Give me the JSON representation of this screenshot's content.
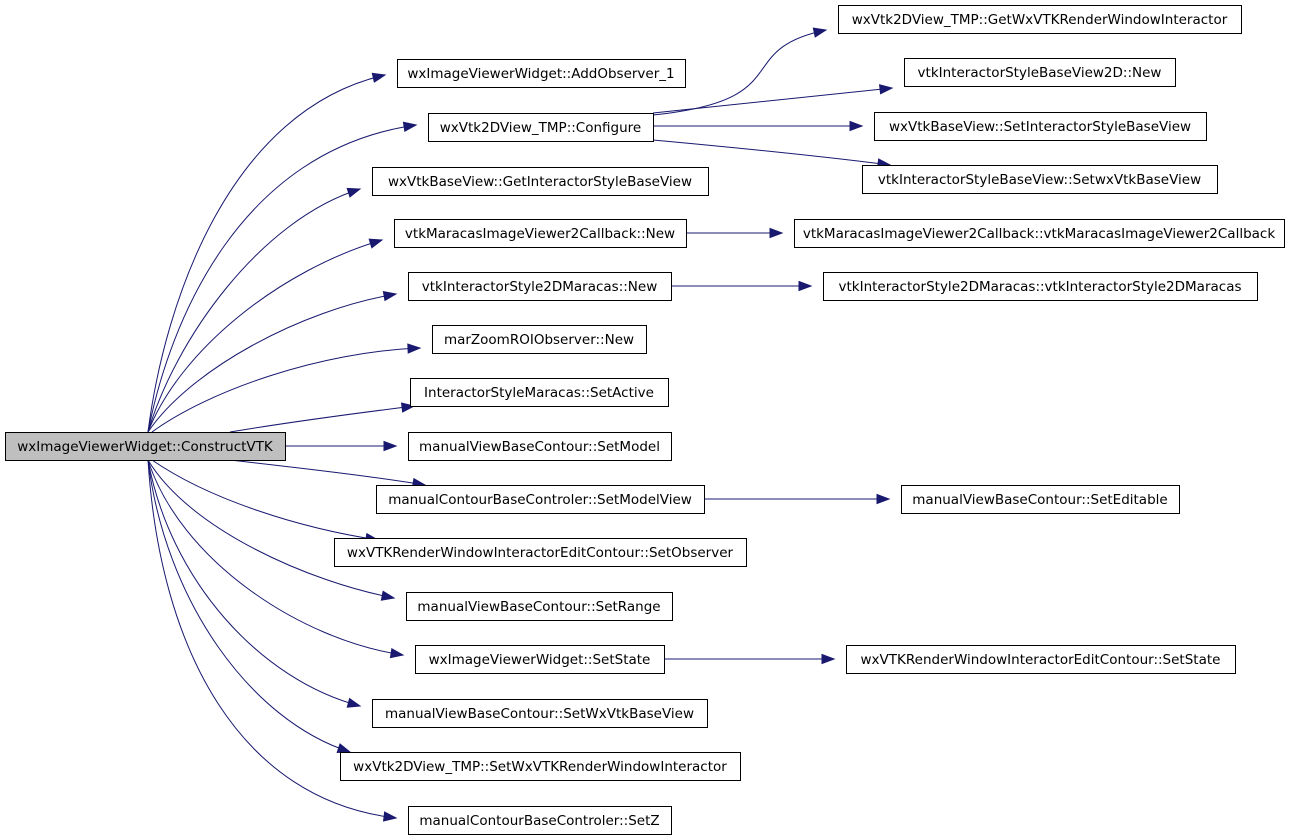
{
  "diagram": {
    "nodes": [
      {
        "id": "root",
        "label": "wxImageViewerWidget::ConstructVTK",
        "root": true
      },
      {
        "id": "addobs",
        "label": "wxImageViewerWidget::AddObserver_1"
      },
      {
        "id": "configure",
        "label": "wxVtk2DView_TMP::Configure"
      },
      {
        "id": "getistyle",
        "label": "wxVtkBaseView::GetInteractorStyleBaseView"
      },
      {
        "id": "mivcbnew",
        "label": "vtkMaracasImageViewer2Callback::New"
      },
      {
        "id": "is2dnew",
        "label": "vtkInteractorStyle2DMaracas::New"
      },
      {
        "id": "zoomnew",
        "label": "marZoomROIObserver::New"
      },
      {
        "id": "setactive",
        "label": "InteractorStyleMaracas::SetActive"
      },
      {
        "id": "setmodel",
        "label": "manualViewBaseContour::SetModel"
      },
      {
        "id": "setmodelview",
        "label": "manualContourBaseControler::SetModelView"
      },
      {
        "id": "setobserver",
        "label": "wxVTKRenderWindowInteractorEditContour::SetObserver"
      },
      {
        "id": "setrange",
        "label": "manualViewBaseContour::SetRange"
      },
      {
        "id": "setstate",
        "label": "wxImageViewerWidget::SetState"
      },
      {
        "id": "setwxvtk",
        "label": "manualViewBaseContour::SetWxVtkBaseView"
      },
      {
        "id": "setrwi",
        "label": "wxVtk2DView_TMP::SetWxVTKRenderWindowInteractor"
      },
      {
        "id": "setz",
        "label": "manualContourBaseControler::SetZ"
      },
      {
        "id": "getrwi",
        "label": "wxVtk2DView_TMP::GetWxVTKRenderWindowInteractor"
      },
      {
        "id": "bv2dnew",
        "label": "vtkInteractorStyleBaseView2D::New"
      },
      {
        "id": "setistyle",
        "label": "wxVtkBaseView::SetInteractorStyleBaseView"
      },
      {
        "id": "setwxbase",
        "label": "vtkInteractorStyleBaseView::SetwxVtkBaseView"
      },
      {
        "id": "mivcbctor",
        "label": "vtkMaracasImageViewer2Callback::vtkMaracasImageViewer2Callback"
      },
      {
        "id": "is2dctor",
        "label": "vtkInteractorStyle2DMaracas::vtkInteractorStyle2DMaracas"
      },
      {
        "id": "seteditable",
        "label": "manualViewBaseContour::SetEditable"
      },
      {
        "id": "setstate2",
        "label": "wxVTKRenderWindowInteractorEditContour::SetState"
      }
    ],
    "edges": [
      {
        "from": "root",
        "to": "addobs"
      },
      {
        "from": "root",
        "to": "configure"
      },
      {
        "from": "root",
        "to": "getistyle"
      },
      {
        "from": "root",
        "to": "mivcbnew"
      },
      {
        "from": "root",
        "to": "is2dnew"
      },
      {
        "from": "root",
        "to": "zoomnew"
      },
      {
        "from": "root",
        "to": "setactive"
      },
      {
        "from": "root",
        "to": "setmodel"
      },
      {
        "from": "root",
        "to": "setmodelview"
      },
      {
        "from": "root",
        "to": "setobserver"
      },
      {
        "from": "root",
        "to": "setrange"
      },
      {
        "from": "root",
        "to": "setstate"
      },
      {
        "from": "root",
        "to": "setwxvtk"
      },
      {
        "from": "root",
        "to": "setrwi"
      },
      {
        "from": "root",
        "to": "setz"
      },
      {
        "from": "configure",
        "to": "getrwi"
      },
      {
        "from": "configure",
        "to": "bv2dnew"
      },
      {
        "from": "configure",
        "to": "setistyle"
      },
      {
        "from": "configure",
        "to": "setwxbase"
      },
      {
        "from": "mivcbnew",
        "to": "mivcbctor"
      },
      {
        "from": "is2dnew",
        "to": "is2dctor"
      },
      {
        "from": "setmodelview",
        "to": "seteditable"
      },
      {
        "from": "setstate",
        "to": "setstate2"
      }
    ]
  }
}
